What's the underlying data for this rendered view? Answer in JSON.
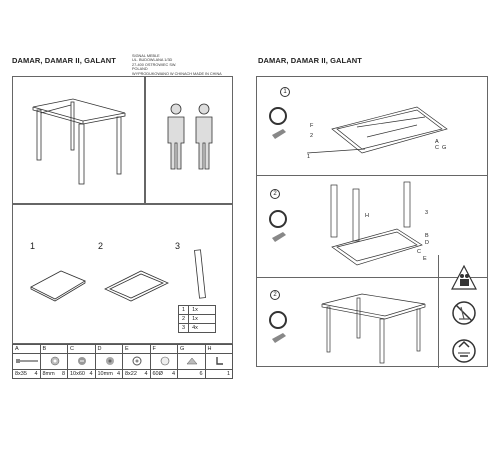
{
  "left": {
    "title": "DAMAR, DAMAR II, GALANT",
    "address": [
      "SIGNAL MEBLE",
      "UL. BUDOWLANA 1/3D",
      "27-400 OSTROWIEC SW.",
      "POLAND",
      "WYPRODUKOWANO W CHINACH   MADE IN CHINA"
    ],
    "components": [
      {
        "num": "1"
      },
      {
        "num": "2"
      },
      {
        "num": "3"
      }
    ],
    "qty_table": [
      {
        "n": "1",
        "q": "1x"
      },
      {
        "n": "2",
        "q": "1x"
      },
      {
        "n": "3",
        "q": "4x"
      }
    ],
    "parts": [
      {
        "letter": "A",
        "size": "8x35",
        "count": "4",
        "icon": "bolt-icon"
      },
      {
        "letter": "B",
        "size": "8mm",
        "count": "8",
        "icon": "washer-icon"
      },
      {
        "letter": "C",
        "size": "10x60",
        "count": "4",
        "icon": "screw-icon"
      },
      {
        "letter": "D",
        "size": "10mm",
        "count": "4",
        "icon": "nut-icon"
      },
      {
        "letter": "E",
        "size": "8x22",
        "count": "4",
        "icon": "spring-washer-icon"
      },
      {
        "letter": "F",
        "size": "60Ø",
        "count": "4",
        "icon": "cap-icon"
      },
      {
        "letter": "G",
        "size": "",
        "count": "6",
        "icon": "bracket-icon"
      },
      {
        "letter": "H",
        "size": "",
        "count": "1",
        "icon": "allen-key-icon"
      }
    ]
  },
  "right": {
    "title": "DAMAR, DAMAR II, GALANT",
    "steps": [
      {
        "num": "1",
        "callouts": [
          "F",
          "2",
          "1",
          "A",
          "C",
          "G"
        ]
      },
      {
        "num": "2",
        "callouts": [
          "H",
          "3",
          "B",
          "D",
          "C",
          "E"
        ]
      },
      {
        "num": "2"
      }
    ]
  },
  "colors": {
    "line": "#333333",
    "frame": "#666666",
    "background": "#ffffff"
  }
}
